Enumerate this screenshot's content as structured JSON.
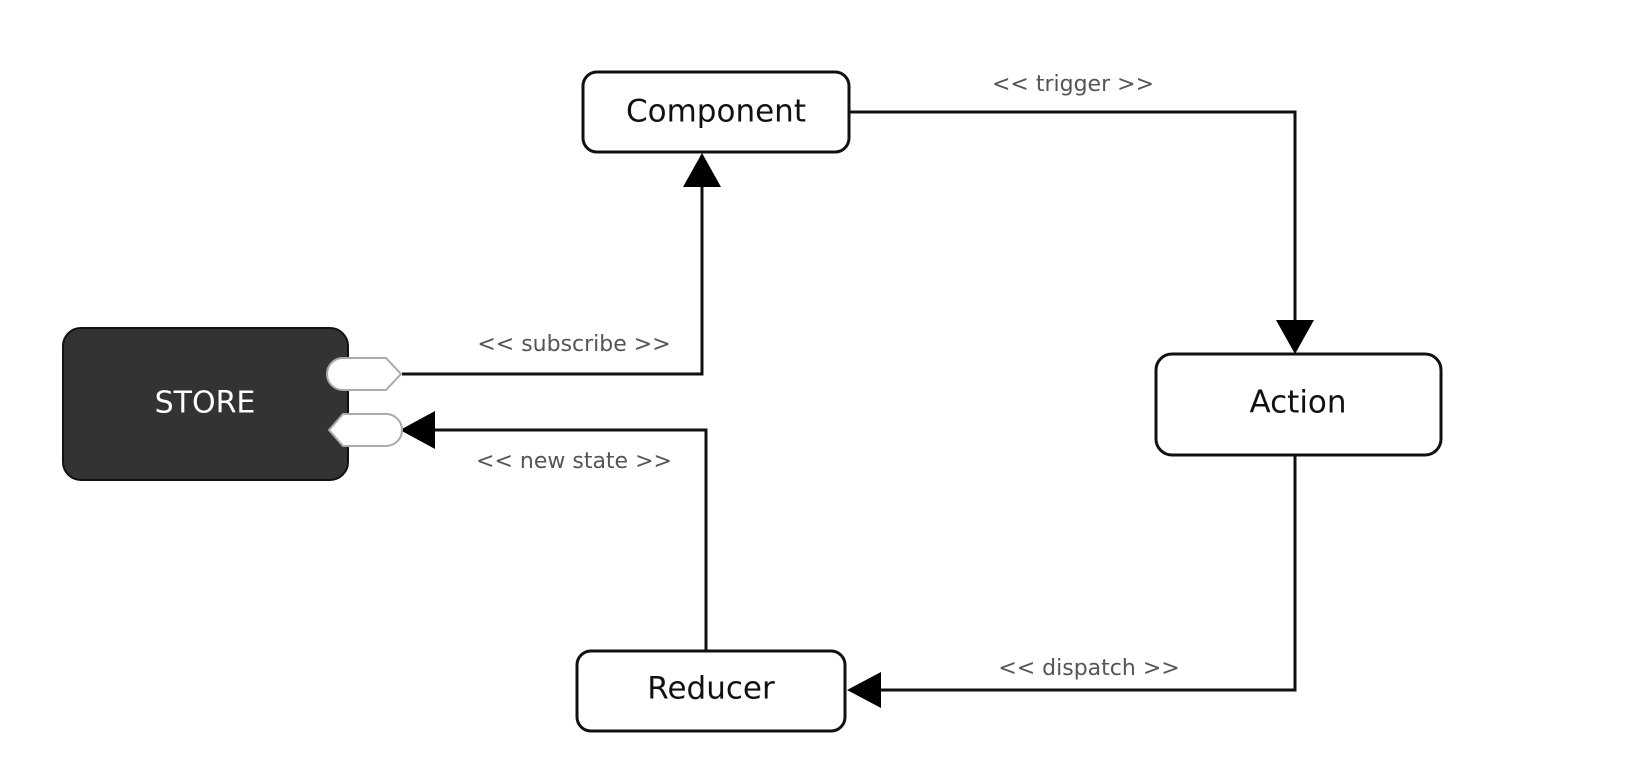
{
  "nodes": {
    "store": "STORE",
    "component": "Component",
    "action": "Action",
    "reducer": "Reducer"
  },
  "edges": {
    "trigger": "<< trigger >>",
    "subscribe": "<< subscribe >>",
    "new_state": "<< new state >>",
    "dispatch": "<< dispatch >>"
  },
  "colors": {
    "store_fill": "#333333",
    "node_fill": "#ffffff",
    "line": "#111111",
    "edge_label": "#555555"
  }
}
